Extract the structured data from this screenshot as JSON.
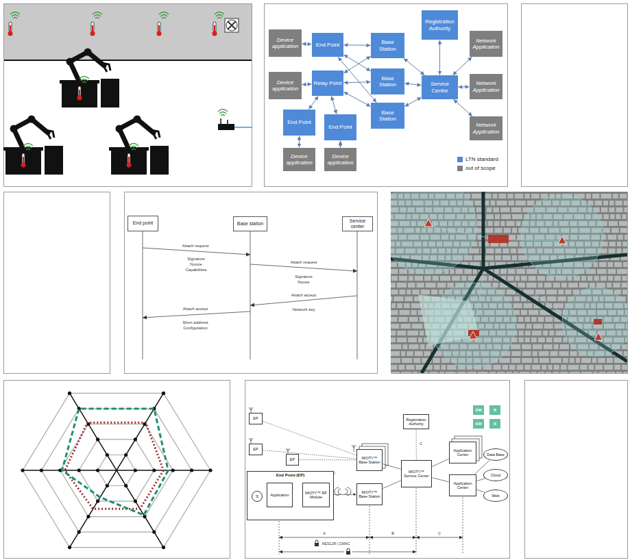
{
  "diagram": {
    "nodes": [
      {
        "text": [
          "Device application"
        ]
      },
      {
        "text": [
          "End Point"
        ]
      },
      {
        "text": [
          "Device application"
        ]
      },
      {
        "text": [
          "Relay Point"
        ]
      },
      {
        "text": [
          "End Point"
        ]
      },
      {
        "text": [
          "End Point"
        ]
      },
      {
        "text": [
          "Device application"
        ]
      },
      {
        "text": [
          "Device application"
        ]
      },
      {
        "text": [
          "Base Station"
        ]
      },
      {
        "text": [
          "Base Station"
        ]
      },
      {
        "text": [
          "Base Station"
        ]
      },
      {
        "text": [
          "Registration Authority"
        ]
      },
      {
        "text": [
          "Service Centre"
        ]
      },
      {
        "text": [
          "Network Application"
        ]
      },
      {
        "text": [
          "Network Application"
        ]
      },
      {
        "text": [
          "Network Application"
        ]
      },
      {
        "text": [
          "End point"
        ]
      },
      {
        "text": [
          "Base station"
        ]
      },
      {
        "text": [
          "Service center"
        ]
      },
      {
        "text": [
          "EP"
        ]
      },
      {
        "text": [
          "EP"
        ]
      },
      {
        "text": [
          "EP"
        ]
      },
      {
        "text": [
          "End Point (EP)"
        ]
      },
      {
        "text": [
          "S"
        ],
        "in": 22
      },
      {
        "text": [
          "Application"
        ],
        "in": 22
      },
      {
        "text": [
          "MIOTY™ RF Module"
        ],
        "in": 22
      },
      {
        "text": [
          "Registration Authority"
        ]
      },
      {
        "text": [
          "MIOTY™ Base Station"
        ]
      },
      {
        "text": [
          "MIOTY™ Base Station"
        ]
      },
      {
        "text": [
          "MIOTY™ Service Center"
        ]
      },
      {
        "text": [
          "Application Center"
        ]
      },
      {
        "text": [
          "Application Center"
        ]
      },
      {
        "text": [
          "Data Base"
        ]
      },
      {
        "text": [
          "Cloud"
        ]
      },
      {
        "text": [
          "Web"
        ]
      },
      {
        "text": [
          "DW"
        ]
      },
      {
        "text": [
          "B"
        ]
      },
      {
        "text": [
          "KW"
        ]
      },
      {
        "text": [
          "B"
        ]
      }
    ],
    "edges": [
      {
        "from": 0,
        "to": 1,
        "arrow": "both"
      },
      {
        "from": 2,
        "to": 3,
        "arrow": "both"
      },
      {
        "from": 1,
        "to": 8,
        "arrow": "both"
      },
      {
        "from": 1,
        "to": 9,
        "arrow": "both"
      },
      {
        "from": 1,
        "to": 10,
        "arrow": "both"
      },
      {
        "from": 3,
        "to": 8,
        "arrow": "both"
      },
      {
        "from": 3,
        "to": 9,
        "arrow": "both"
      },
      {
        "from": 3,
        "to": 10,
        "arrow": "both"
      },
      {
        "from": 4,
        "to": 3,
        "arrow": "both"
      },
      {
        "from": 5,
        "to": 3,
        "arrow": "both"
      },
      {
        "from": 4,
        "to": 6,
        "arrow": "both"
      },
      {
        "from": 5,
        "to": 7,
        "arrow": "both"
      },
      {
        "from": 8,
        "to": 12,
        "arrow": "both"
      },
      {
        "from": 9,
        "to": 12,
        "arrow": "both"
      },
      {
        "from": 10,
        "to": 12,
        "arrow": "both"
      },
      {
        "from": 11,
        "to": 12,
        "arrow": "both"
      },
      {
        "from": 12,
        "to": 13,
        "arrow": "both"
      },
      {
        "from": 12,
        "to": 14,
        "arrow": "both"
      },
      {
        "from": 12,
        "to": 15,
        "arrow": "both"
      },
      {
        "from": 19,
        "to": 27,
        "arrow": "none"
      },
      {
        "from": 20,
        "to": 27,
        "arrow": "none"
      },
      {
        "from": 21,
        "to": 27,
        "arrow": "none"
      },
      {
        "from": 23,
        "to": 24,
        "arrow": "none"
      },
      {
        "from": 24,
        "to": 25,
        "arrow": "both"
      },
      {
        "from": 25,
        "to": 28,
        "arrow": "both"
      },
      {
        "from": 27,
        "to": 29,
        "arrow": "none"
      },
      {
        "from": 28,
        "to": 29,
        "arrow": "none"
      },
      {
        "from": 26,
        "to": 29,
        "arrow": "none"
      },
      {
        "from": 29,
        "to": 30,
        "arrow": "none"
      },
      {
        "from": 29,
        "to": 31,
        "arrow": "none"
      },
      {
        "from": 31,
        "to": 32,
        "arrow": "none"
      },
      {
        "from": 31,
        "to": 33,
        "arrow": "none"
      },
      {
        "from": 31,
        "to": 34,
        "arrow": "none"
      }
    ],
    "labels": [
      "Attach request",
      "Signature",
      "Nonce",
      "Capabilities",
      "Attach request",
      "Signature",
      "Nonce",
      "Attach accept",
      "Network key",
      "Attach accept",
      "Short address",
      "Configuration",
      "C",
      "A",
      "B",
      "C",
      "AES128 | CMAC"
    ],
    "legend": [
      {
        "text": "LTN standard",
        "color": "#4f8ad8"
      },
      {
        "text": "out of scope",
        "color": "#7f7f7f"
      }
    ]
  }
}
